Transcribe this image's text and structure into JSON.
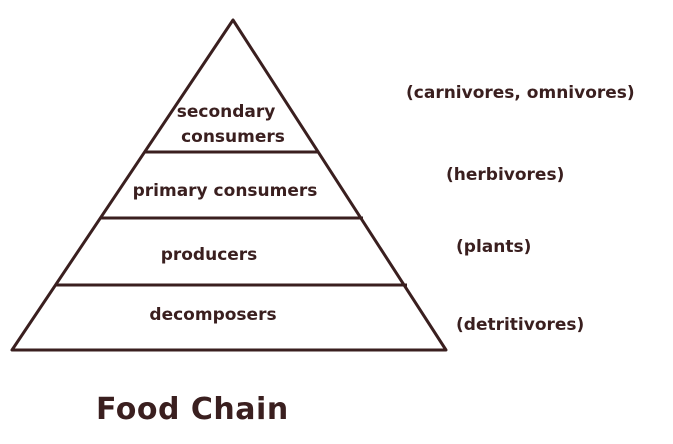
{
  "title": "Food Chain",
  "tiers": [
    {
      "lines": [
        "secondary",
        "consumers"
      ],
      "note": "(carnivores, omnivores)"
    },
    {
      "lines": [
        "primary consumers"
      ],
      "note": "(herbivores)"
    },
    {
      "lines": [
        "producers"
      ],
      "note": "(plants)"
    },
    {
      "lines": [
        "decomposers"
      ],
      "note": "(detritivores)"
    }
  ],
  "colors": {
    "stroke": "#3a1f1f",
    "text": "#3a1f1f",
    "background": "#ffffff"
  }
}
